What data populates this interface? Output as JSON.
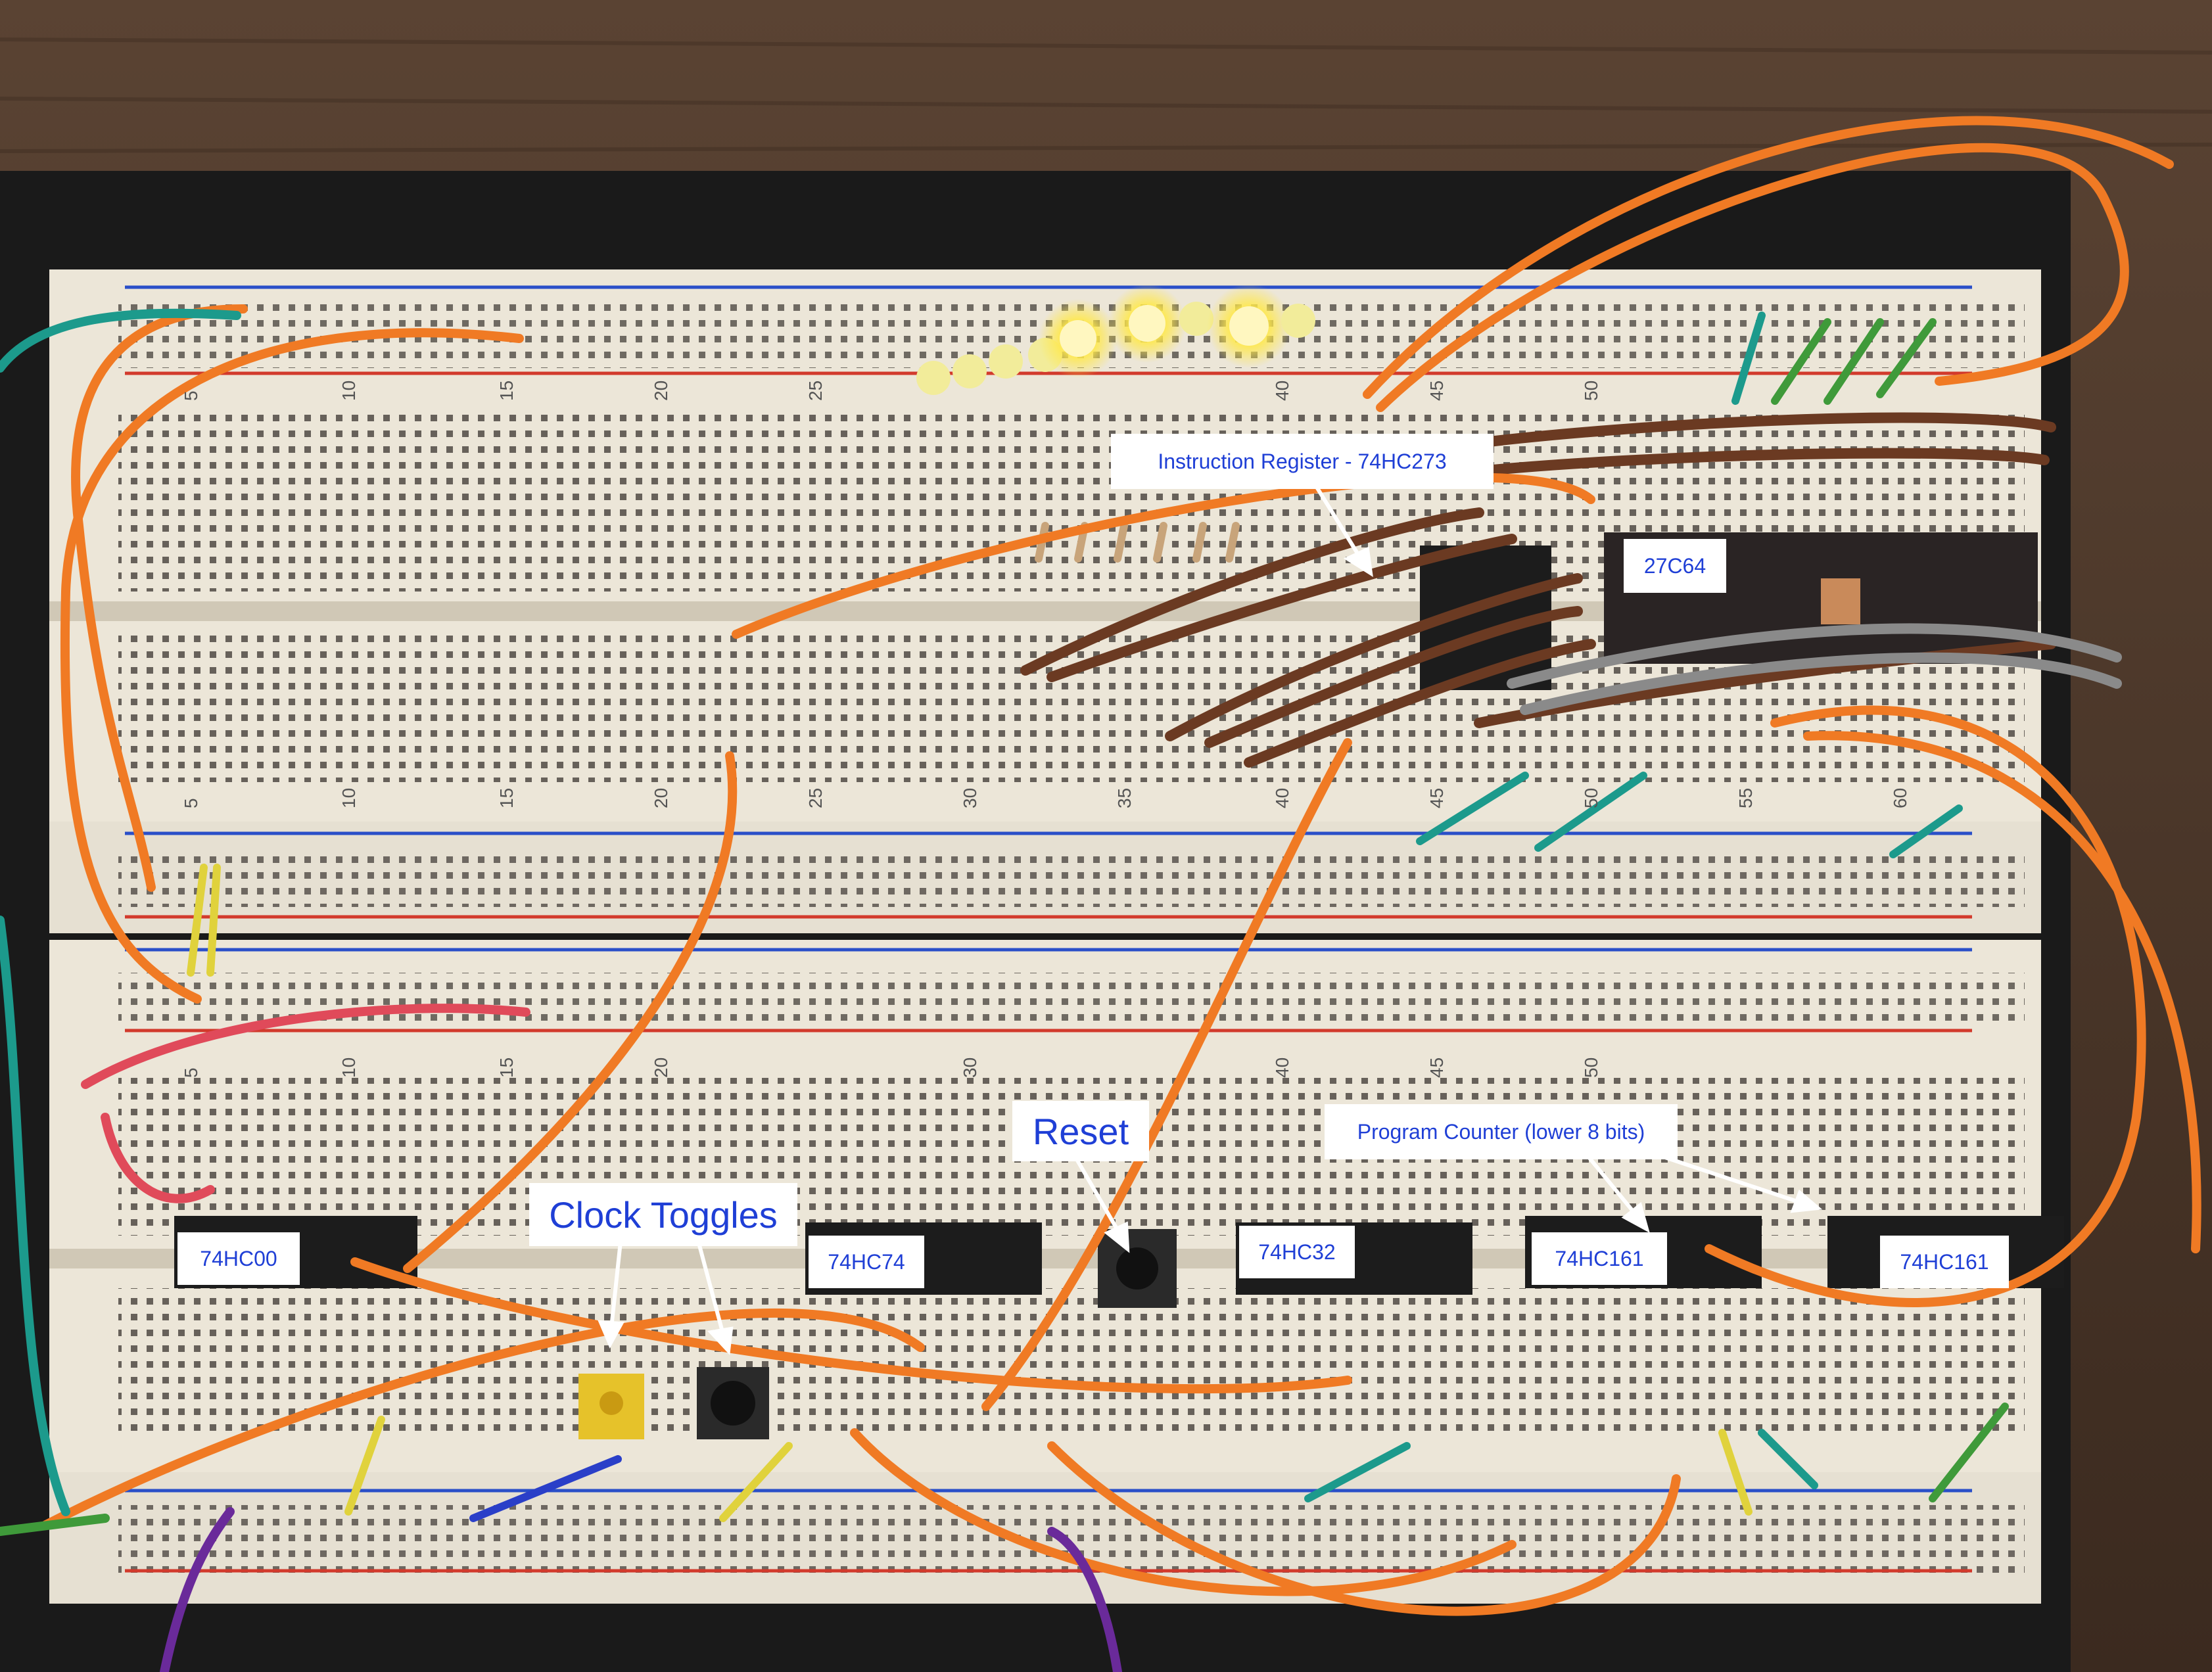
{
  "annotations": {
    "instruction_register": "Instruction Register - 74HC273",
    "eeprom": "27C64",
    "reset": "Reset",
    "clock_toggles": "Clock Toggles",
    "program_counter": "Program Counter (lower 8 bits)",
    "chip_74hc00": "74HC00",
    "chip_74hc74": "74HC74",
    "chip_74hc32": "74HC32",
    "chip_74hc161_a": "74HC161",
    "chip_74hc161_b": "74HC161"
  },
  "colors": {
    "background_wood": "#4a3526",
    "board_base": "#1a1a1a",
    "breadboard": "#ece6d8",
    "rail_red": "#d23a2c",
    "rail_blue": "#2a4fc8",
    "wire_orange": "#f07a24",
    "wire_brown": "#6b3a22",
    "wire_gray": "#8a8a8a",
    "wire_teal": "#1c9a8c",
    "wire_green": "#3f9a3a",
    "wire_yellow": "#e0d23c",
    "led_glow": "#ffe84a",
    "label_text": "#1f3fd6",
    "label_bg": "#ffffff"
  },
  "column_numbers": [
    "5",
    "10",
    "15",
    "20",
    "25",
    "30",
    "35",
    "40",
    "45",
    "50",
    "55",
    "60"
  ]
}
